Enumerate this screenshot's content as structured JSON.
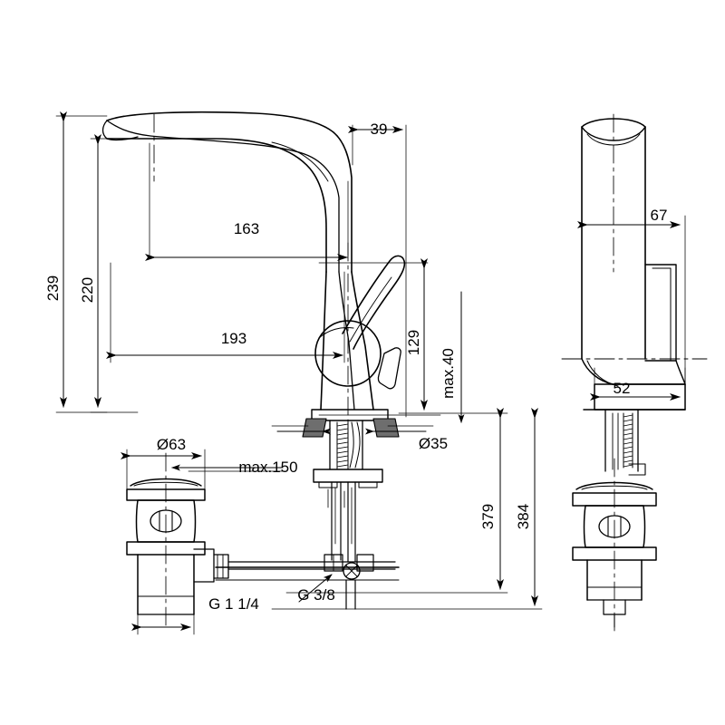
{
  "drawing": {
    "title": "Basin mixer tap technical dimension drawing",
    "background_color": "#ffffff",
    "line_color": "#000000",
    "shading_color": "#6e6e6e",
    "views": [
      {
        "name": "front-elevation",
        "label": ""
      },
      {
        "name": "side-elevation",
        "label": ""
      },
      {
        "name": "drain-assembly-front",
        "label": ""
      },
      {
        "name": "drain-assembly-side",
        "label": ""
      }
    ]
  },
  "dimensions": {
    "overall_height": "239",
    "spout_height": "220",
    "spout_reach_upper": "163",
    "spout_reach_lower": "193",
    "spout_tip_offset": "39",
    "handle_height": "129",
    "deck_thickness_max": "max.40",
    "side_depth": "67",
    "base_depth": "52",
    "drain_cap_diameter": "Ø63",
    "drain_rod_length_max": "max.150",
    "base_hole_diameter": "Ø35",
    "supply_length_short": "379",
    "supply_length_long": "384",
    "drain_thread": "G 1 1/4",
    "supply_thread": "G 3/8"
  }
}
